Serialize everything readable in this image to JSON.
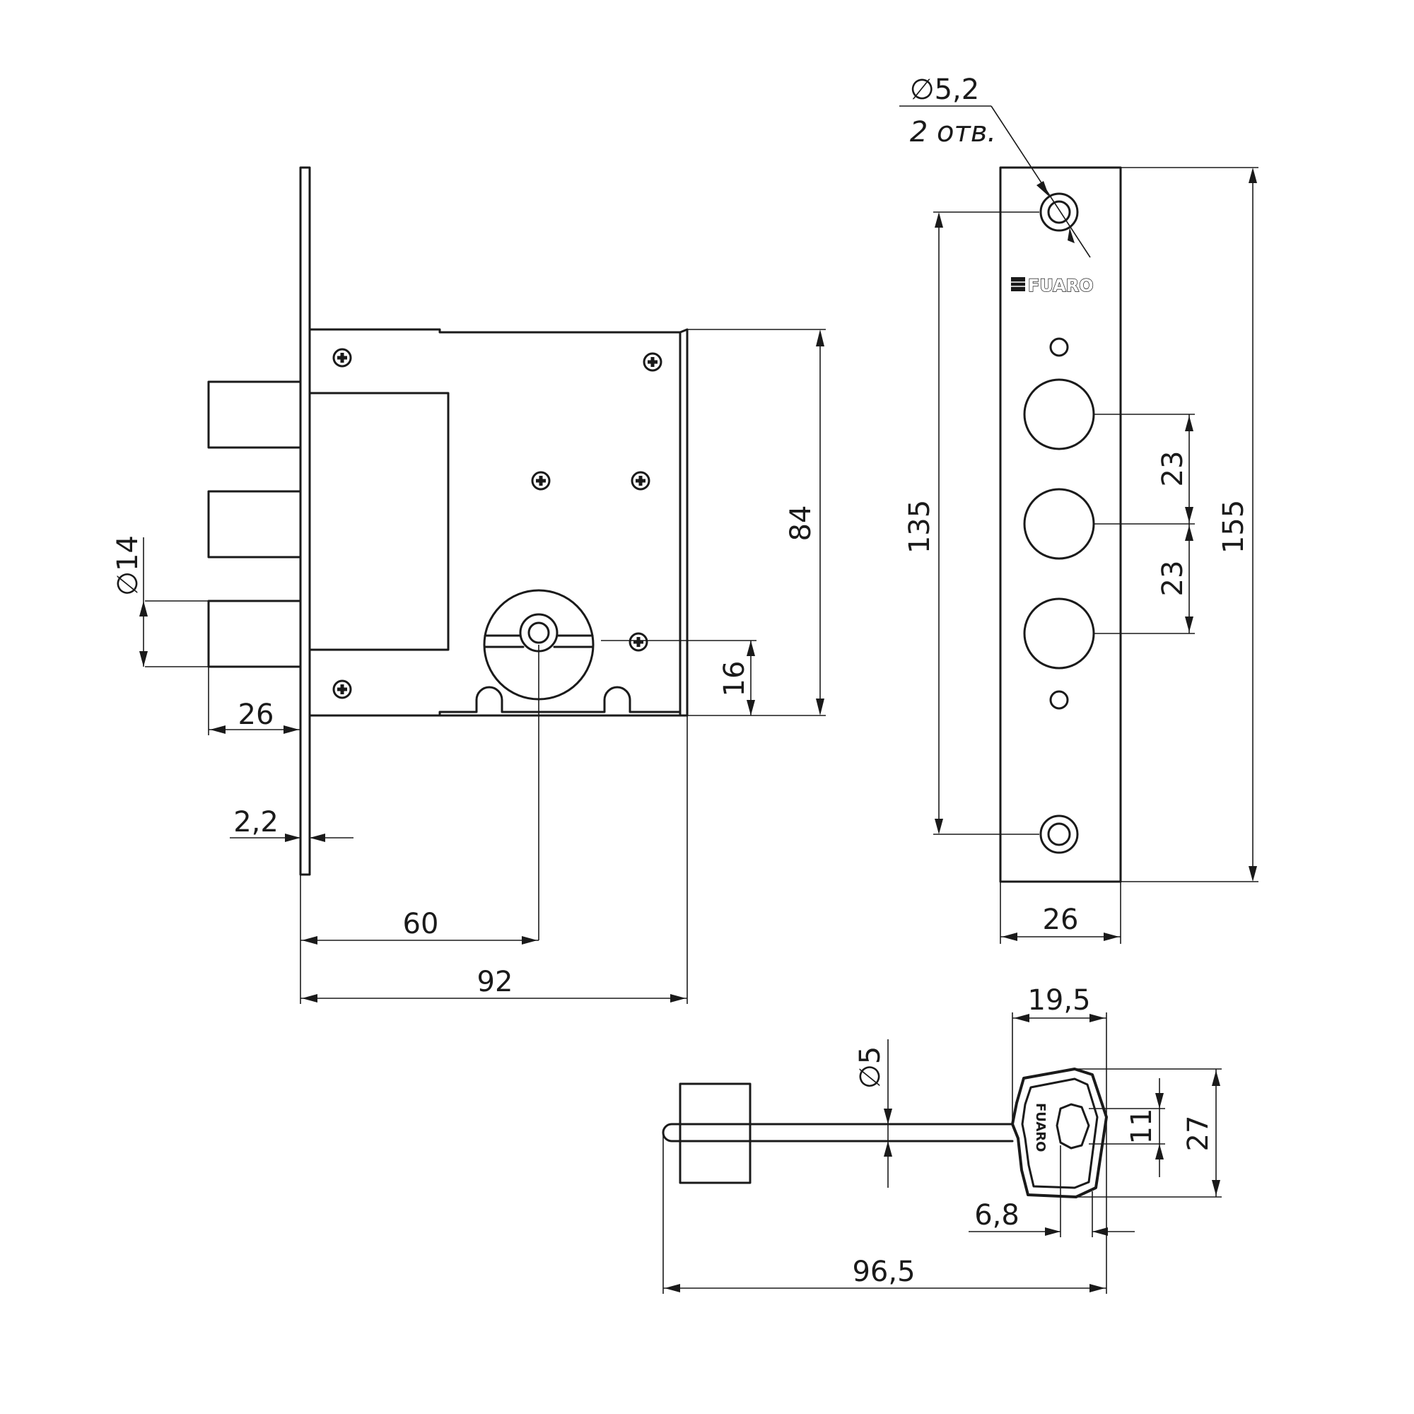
{
  "dimensions": {
    "case_height": "84",
    "case_depth": "92",
    "backset": "60",
    "bolt_diameter": "∅14",
    "bolt_projection": "26",
    "faceplate_thickness": "2,2",
    "cylinder_offset": "16",
    "hole_diameter": "∅5,2",
    "hole_count_note": "2 отв.",
    "hole_spacing": "135",
    "faceplate_length": "155",
    "faceplate_width": "26",
    "bolt_pitch_upper": "23",
    "bolt_pitch_lower": "23",
    "key_length": "96,5",
    "key_shank_diameter": "∅5",
    "key_bow_width": "19,5",
    "key_bow_height": "27",
    "key_window_height": "11",
    "key_window_offset": "6,8"
  },
  "brand": {
    "faceplate_logo": "FUARO",
    "key_logo": "FUARO"
  }
}
